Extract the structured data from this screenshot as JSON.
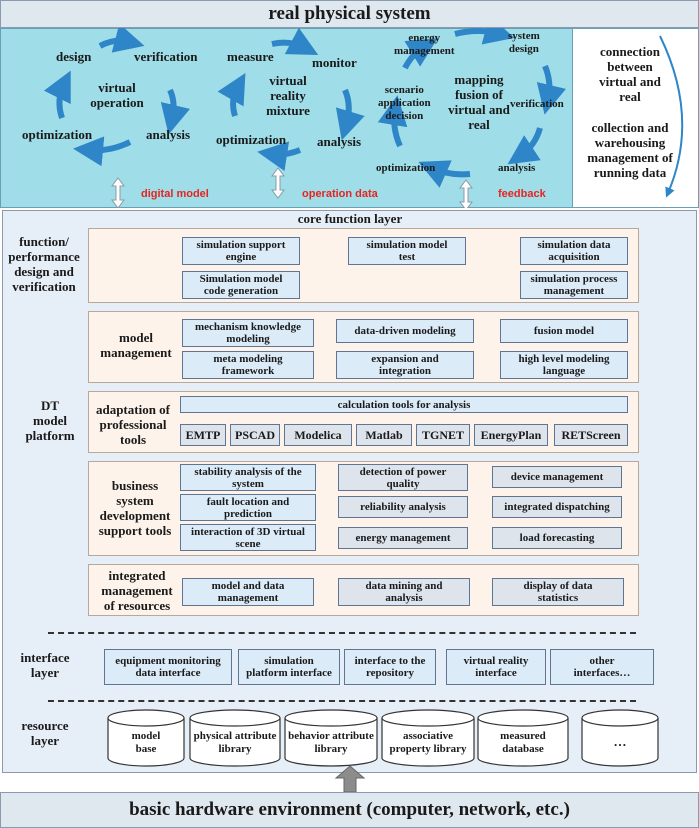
{
  "physical": {
    "title": "real physical system",
    "cycle1": [
      "design",
      "verification",
      "analysis",
      "optimization"
    ],
    "cycle1_center": "virtual\noperation",
    "cycle2": [
      "measure",
      "monitor",
      "analysis",
      "optimization"
    ],
    "cycle2_center": "virtual\nreality\nmixture",
    "cycle3": [
      "energy\nmanagement",
      "system\ndesign",
      "verification",
      "analysis",
      "optimization",
      "scenario\napplication\ndecision"
    ],
    "cycle3_center": "mapping\nfusion of\nvirtual and\nreal",
    "arrow_labels": [
      "digital model",
      "operation data",
      "feedback"
    ],
    "side_text_1": "connection\nbetween\nvirtual and\nreal",
    "side_text_2": "collection and\nwarehousing\nmanagement of\nrunning data"
  },
  "core": {
    "title": "core function layer"
  },
  "platform_label": "DT\nmodel\nplatform",
  "sections": [
    {
      "label": "function/\nperformance\ndesign and\nverification",
      "boxes": [
        "simulation support\nengine",
        "simulation model\ntest",
        "simulation data\nacquisition",
        "Simulation model\ncode generation",
        "simulation process\nmanagement"
      ]
    },
    {
      "label": "model\nmanagement",
      "boxes": [
        "mechanism knowledge\nmodeling",
        "data-driven modeling",
        "fusion model",
        "meta modeling\nframework",
        "expansion and\nintegration",
        "high level modeling\nlanguage"
      ]
    },
    {
      "label": "adaptation of\nprofessional\ntools",
      "top_box": "calculation tools for analysis",
      "tools": [
        "EMTP",
        "PSCAD",
        "Modelica",
        "Matlab",
        "TGNET",
        "EnergyPlan",
        "RETScreen"
      ]
    },
    {
      "label": "business\nsystem\ndevelopment\nsupport tools",
      "boxes": [
        "stability analysis of the\nsystem",
        "detection of power\nquality",
        "device management",
        "fault location and\nprediction",
        "reliability analysis",
        "integrated dispatching",
        "interaction of 3D virtual\nscene",
        "energy management",
        "load forecasting"
      ]
    },
    {
      "label": "integrated\nmanagement\nof resources",
      "boxes": [
        "model and data\nmanagement",
        "data mining and\nanalysis",
        "display of data\nstatistics"
      ]
    }
  ],
  "interface": {
    "label": "interface\nlayer",
    "boxes": [
      "equipment monitoring\ndata interface",
      "simulation\nplatform interface",
      "interface to the\nrepository",
      "virtual reality\ninterface",
      "other\ninterfaces…"
    ]
  },
  "resource": {
    "label": "resource\nlayer",
    "cylinders": [
      "model\nbase",
      "physical attribute\nlibrary",
      "behavior attribute\nlibrary",
      "associative\nproperty library",
      "measured\ndatabase",
      "…"
    ]
  },
  "hardware": {
    "title": "basic hardware environment (computer, network, etc.)"
  },
  "colors": {
    "cyan_panel": "#9fdde8",
    "arrow_blue": "#2e86c8",
    "red_label": "#e8231f",
    "section_fill": "#fdf3ea",
    "box_fill": "#dcebf8",
    "platform_fill": "#e6eef8"
  }
}
